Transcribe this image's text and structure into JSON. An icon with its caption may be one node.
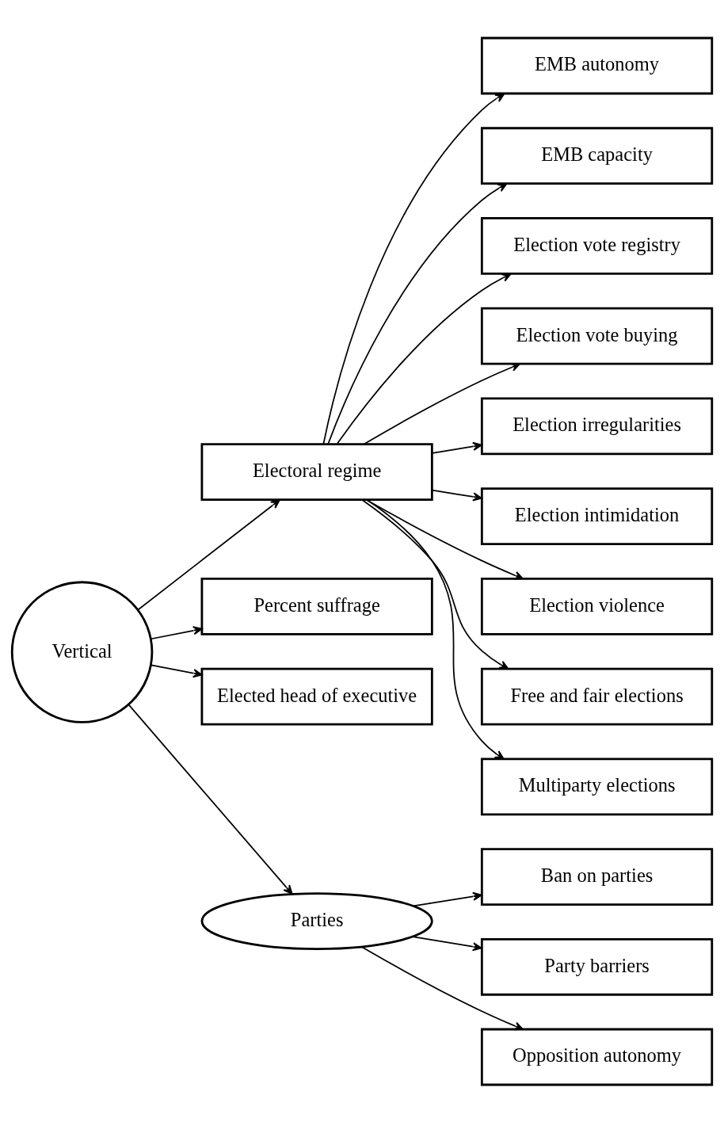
{
  "diagram": {
    "nodes": [
      {
        "text": [
          "Vertical"
        ]
      },
      {
        "text": [
          "Electoral regime"
        ]
      },
      {
        "text": [
          "Percent suffrage"
        ]
      },
      {
        "text": [
          "Elected head of executive"
        ]
      },
      {
        "text": [
          "Parties"
        ]
      },
      {
        "text": [
          "EMB autonomy"
        ]
      },
      {
        "text": [
          "EMB capacity"
        ]
      },
      {
        "text": [
          "Election vote registry"
        ]
      },
      {
        "text": [
          "Election vote buying"
        ]
      },
      {
        "text": [
          "Election irregularities"
        ]
      },
      {
        "text": [
          "Election intimidation"
        ]
      },
      {
        "text": [
          "Election violence"
        ]
      },
      {
        "text": [
          "Free and fair elections"
        ]
      },
      {
        "text": [
          "Multiparty elections"
        ]
      },
      {
        "text": [
          "Ban on parties"
        ]
      },
      {
        "text": [
          "Party barriers"
        ]
      },
      {
        "text": [
          "Opposition autonomy"
        ]
      }
    ],
    "edges": [
      {
        "from": 0,
        "to": 1,
        "arrow": "to"
      },
      {
        "from": 0,
        "to": 2,
        "arrow": "to"
      },
      {
        "from": 0,
        "to": 3,
        "arrow": "to"
      },
      {
        "from": 0,
        "to": 4,
        "arrow": "to"
      },
      {
        "from": 1,
        "to": 5,
        "arrow": "to"
      },
      {
        "from": 1,
        "to": 6,
        "arrow": "to"
      },
      {
        "from": 1,
        "to": 7,
        "arrow": "to"
      },
      {
        "from": 1,
        "to": 8,
        "arrow": "to"
      },
      {
        "from": 1,
        "to": 9,
        "arrow": "to"
      },
      {
        "from": 1,
        "to": 10,
        "arrow": "to"
      },
      {
        "from": 1,
        "to": 11,
        "arrow": "to"
      },
      {
        "from": 1,
        "to": 12,
        "arrow": "to"
      },
      {
        "from": 1,
        "to": 13,
        "arrow": "to"
      },
      {
        "from": 4,
        "to": 14,
        "arrow": "to"
      },
      {
        "from": 4,
        "to": 15,
        "arrow": "to"
      },
      {
        "from": 4,
        "to": 16,
        "arrow": "to"
      }
    ]
  }
}
